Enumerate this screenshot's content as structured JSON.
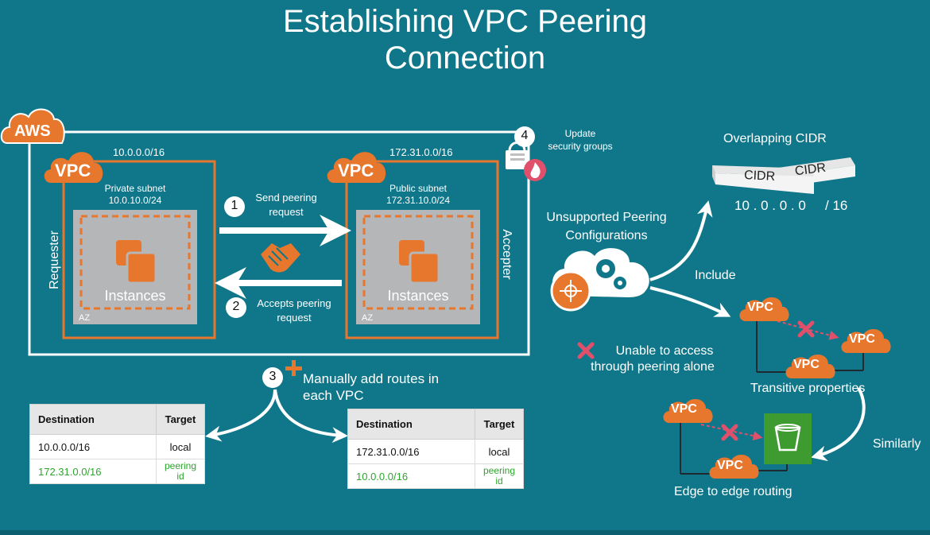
{
  "title_line1": "Establishing VPC Peering",
  "title_line2": "Connection",
  "aws_badge": "AWS",
  "vpc_badge": "VPC",
  "requester": {
    "cidr": "10.0.0.0/16",
    "subnet_name": "Private subnet",
    "subnet_cidr": "10.0.10.0/24",
    "side_label": "Requester",
    "instances_label": "Instances",
    "az_label": "AZ"
  },
  "accepter": {
    "cidr": "172.31.0.0/16",
    "subnet_name": "Public subnet",
    "subnet_cidr": "172.31.10.0/24",
    "side_label": "Accepter",
    "instances_label": "Instances",
    "az_label": "AZ"
  },
  "steps": {
    "s1_num": "1",
    "s1_line1": "Send peering",
    "s1_line2": "request",
    "s2_num": "2",
    "s2_line1": "Accepts peering",
    "s2_line2": "request",
    "s3_num": "3",
    "s3_line1": "Manually add routes in",
    "s3_line2": "each VPC",
    "s4_num": "4",
    "s4_line1": "Update",
    "s4_line2": "security groups"
  },
  "route_table_1": {
    "headers": [
      "Destination",
      "Target"
    ],
    "rows": [
      {
        "destination": "10.0.0.0/16",
        "target": "local"
      },
      {
        "destination": "172.31.0.0/16",
        "target_line1": "peering",
        "target_line2": "id"
      }
    ]
  },
  "route_table_2": {
    "headers": [
      "Destination",
      "Target"
    ],
    "rows": [
      {
        "destination": "172.31.0.0/16",
        "target": "local"
      },
      {
        "destination": "10.0.0.0/16",
        "target_line1": "peering",
        "target_line2": "id"
      }
    ]
  },
  "unsupported": {
    "line1": "Unsupported Peering",
    "line2": "Configurations",
    "include": "Include",
    "overlapping_title": "Overlapping CIDR",
    "cidr_block_label": "CIDR",
    "cidr_value": "10 . 0 . 0 . 0",
    "cidr_mask": "/ 16",
    "unable_line1": "Unable to access",
    "unable_line2": "through peering alone",
    "transitive": "Transitive properties",
    "similarly": "Similarly",
    "edge": "Edge to edge routing"
  },
  "colors": {
    "background": "#10778a",
    "aws_orange": "#e8772e",
    "deny_red": "#e0506a",
    "peering_green": "#2ea52e",
    "s3_green": "#3e9b2f"
  }
}
